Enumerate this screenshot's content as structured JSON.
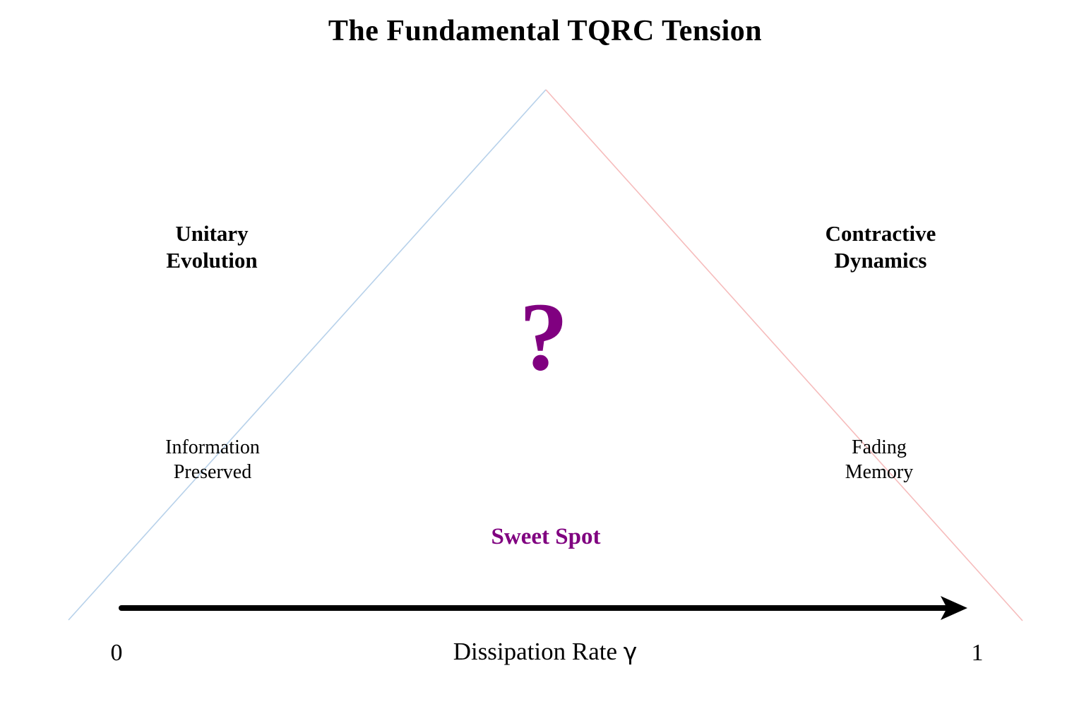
{
  "title": "The Fundamental TQRC Tension",
  "diagram": {
    "left_branch": {
      "label_line1": "Unitary",
      "label_line2": "Evolution",
      "sublabel_line1": "Information",
      "sublabel_line2": "Preserved",
      "line_color": "#b7d1ea"
    },
    "right_branch": {
      "label_line1": "Contractive",
      "label_line2": "Dynamics",
      "sublabel_line1": "Fading",
      "sublabel_line2": "Memory",
      "line_color": "#f6bcbc"
    },
    "center": {
      "question_mark": "?",
      "sweet_spot_label": "Sweet Spot",
      "accent_color": "#800080"
    },
    "axis": {
      "label_text": "Dissipation Rate ",
      "symbol": "γ",
      "min_label": "0",
      "max_label": "1",
      "arrow_color": "#000000"
    }
  }
}
